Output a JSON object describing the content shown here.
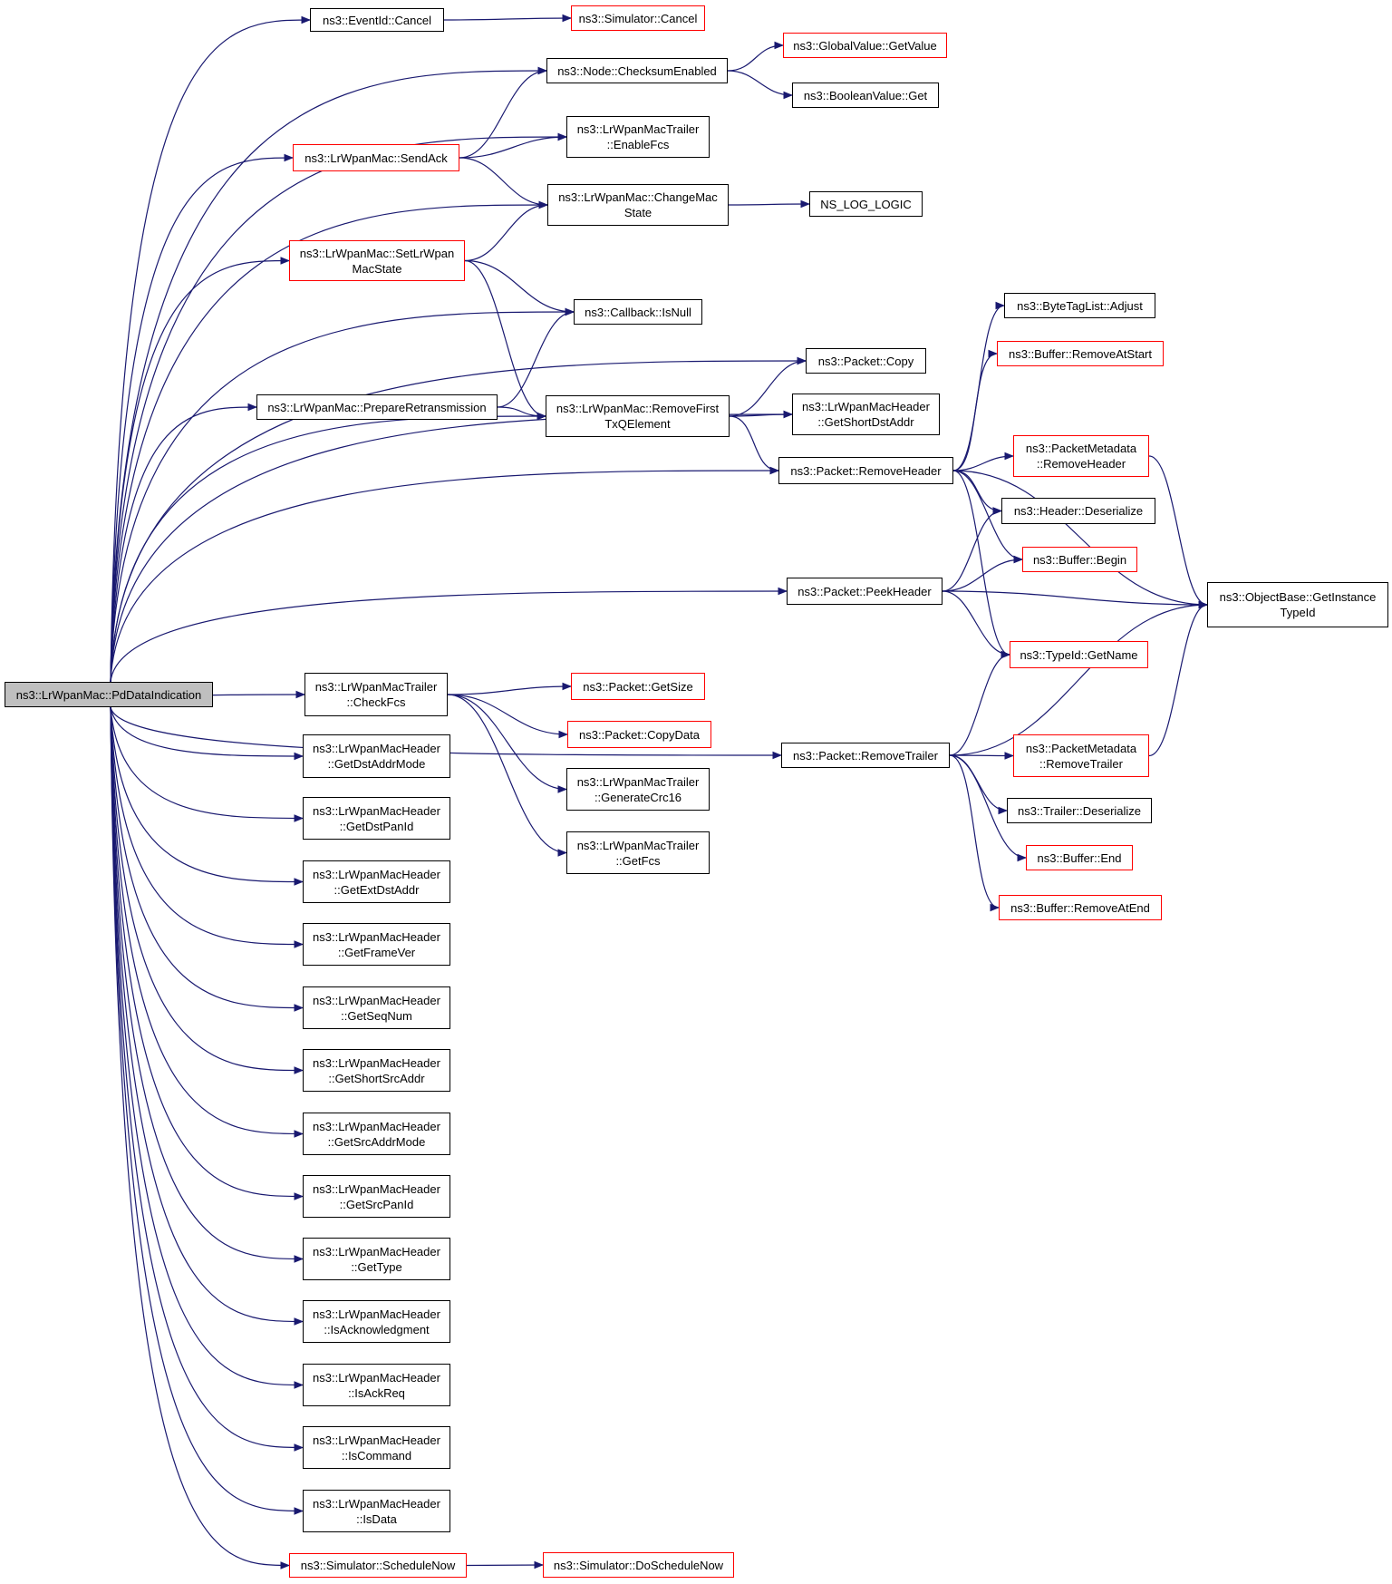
{
  "nodes": [
    {
      "id": "root",
      "label": "ns3::LrWpanMac::PdDataIndication",
      "style": "root"
    },
    {
      "id": "eventid_cancel",
      "label": "ns3::EventId::Cancel",
      "style": "black"
    },
    {
      "id": "simulator_cancel",
      "label": "ns3::Simulator::Cancel",
      "style": "red"
    },
    {
      "id": "node_checksum",
      "label": "ns3::Node::ChecksumEnabled",
      "style": "black"
    },
    {
      "id": "globalvalue_getvalue",
      "label": "ns3::GlobalValue::GetValue",
      "style": "red"
    },
    {
      "id": "booleanvalue_get",
      "label": "ns3::BooleanValue::Get",
      "style": "black"
    },
    {
      "id": "sendack",
      "label": "ns3::LrWpanMac::SendAck",
      "style": "red"
    },
    {
      "id": "trailer_enablefcs",
      "label": "ns3::LrWpanMacTrailer\n::EnableFcs",
      "style": "black"
    },
    {
      "id": "changemacstate",
      "label": "ns3::LrWpanMac::ChangeMac\nState",
      "style": "black"
    },
    {
      "id": "ns_log_logic",
      "label": "NS_LOG_LOGIC",
      "style": "black"
    },
    {
      "id": "setlrwpanmacstate",
      "label": "ns3::LrWpanMac::SetLrWpan\nMacState",
      "style": "red"
    },
    {
      "id": "callback_isnull",
      "label": "ns3::Callback::IsNull",
      "style": "black"
    },
    {
      "id": "bytetaglist_adjust",
      "label": "ns3::ByteTagList::Adjust",
      "style": "black"
    },
    {
      "id": "buffer_removeatstart",
      "label": "ns3::Buffer::RemoveAtStart",
      "style": "red"
    },
    {
      "id": "packet_copy",
      "label": "ns3::Packet::Copy",
      "style": "black"
    },
    {
      "id": "prepareretransmission",
      "label": "ns3::LrWpanMac::PrepareRetransmission",
      "style": "black"
    },
    {
      "id": "removefirsttxq",
      "label": "ns3::LrWpanMac::RemoveFirst\nTxQElement",
      "style": "black"
    },
    {
      "id": "header_getshortdst",
      "label": "ns3::LrWpanMacHeader\n::GetShortDstAddr",
      "style": "black"
    },
    {
      "id": "packetmetadata_removeheader",
      "label": "ns3::PacketMetadata\n::RemoveHeader",
      "style": "red"
    },
    {
      "id": "packet_removeheader",
      "label": "ns3::Packet::RemoveHeader",
      "style": "black"
    },
    {
      "id": "header_deserialize",
      "label": "ns3::Header::Deserialize",
      "style": "black"
    },
    {
      "id": "buffer_begin",
      "label": "ns3::Buffer::Begin",
      "style": "red"
    },
    {
      "id": "packet_peekheader",
      "label": "ns3::Packet::PeekHeader",
      "style": "black"
    },
    {
      "id": "objectbase_getinstance",
      "label": "ns3::ObjectBase::GetInstance\nTypeId",
      "style": "black"
    },
    {
      "id": "typeid_getname",
      "label": "ns3::TypeId::GetName",
      "style": "red"
    },
    {
      "id": "trailer_checkfcs",
      "label": "ns3::LrWpanMacTrailer\n::CheckFcs",
      "style": "black"
    },
    {
      "id": "packet_getsize",
      "label": "ns3::Packet::GetSize",
      "style": "red"
    },
    {
      "id": "packet_copydata",
      "label": "ns3::Packet::CopyData",
      "style": "red"
    },
    {
      "id": "packet_removetrailer",
      "label": "ns3::Packet::RemoveTrailer",
      "style": "black"
    },
    {
      "id": "packetmetadata_removetrailer",
      "label": "ns3::PacketMetadata\n::RemoveTrailer",
      "style": "red"
    },
    {
      "id": "header_getdstaddrmode",
      "label": "ns3::LrWpanMacHeader\n::GetDstAddrMode",
      "style": "black"
    },
    {
      "id": "trailer_generatecrc16",
      "label": "ns3::LrWpanMacTrailer\n::GenerateCrc16",
      "style": "black"
    },
    {
      "id": "trailer_deserialize",
      "label": "ns3::Trailer::Deserialize",
      "style": "black"
    },
    {
      "id": "header_getdstpanid",
      "label": "ns3::LrWpanMacHeader\n::GetDstPanId",
      "style": "black"
    },
    {
      "id": "trailer_getfcs",
      "label": "ns3::LrWpanMacTrailer\n::GetFcs",
      "style": "black"
    },
    {
      "id": "buffer_end",
      "label": "ns3::Buffer::End",
      "style": "red"
    },
    {
      "id": "header_getextdstaddr",
      "label": "ns3::LrWpanMacHeader\n::GetExtDstAddr",
      "style": "black"
    },
    {
      "id": "buffer_removeatend",
      "label": "ns3::Buffer::RemoveAtEnd",
      "style": "red"
    },
    {
      "id": "header_getframever",
      "label": "ns3::LrWpanMacHeader\n::GetFrameVer",
      "style": "black"
    },
    {
      "id": "header_getseqnum",
      "label": "ns3::LrWpanMacHeader\n::GetSeqNum",
      "style": "black"
    },
    {
      "id": "header_getshortsrcaddr",
      "label": "ns3::LrWpanMacHeader\n::GetShortSrcAddr",
      "style": "black"
    },
    {
      "id": "header_getsrcaddrmode",
      "label": "ns3::LrWpanMacHeader\n::GetSrcAddrMode",
      "style": "black"
    },
    {
      "id": "header_getsrcpanid",
      "label": "ns3::LrWpanMacHeader\n::GetSrcPanId",
      "style": "black"
    },
    {
      "id": "header_gettype",
      "label": "ns3::LrWpanMacHeader\n::GetType",
      "style": "black"
    },
    {
      "id": "header_isacknowledgment",
      "label": "ns3::LrWpanMacHeader\n::IsAcknowledgment",
      "style": "black"
    },
    {
      "id": "header_isackreq",
      "label": "ns3::LrWpanMacHeader\n::IsAckReq",
      "style": "black"
    },
    {
      "id": "header_iscommand",
      "label": "ns3::LrWpanMacHeader\n::IsCommand",
      "style": "black"
    },
    {
      "id": "header_isdata",
      "label": "ns3::LrWpanMacHeader\n::IsData",
      "style": "black"
    },
    {
      "id": "simulator_schedulenow",
      "label": "ns3::Simulator::ScheduleNow",
      "style": "red"
    },
    {
      "id": "simulator_doschedulenow",
      "label": "ns3::Simulator::DoScheduleNow",
      "style": "red"
    }
  ],
  "edges": [
    [
      "root",
      "eventid_cancel"
    ],
    [
      "root",
      "node_checksum"
    ],
    [
      "root",
      "trailer_enablefcs"
    ],
    [
      "root",
      "sendack"
    ],
    [
      "root",
      "changemacstate"
    ],
    [
      "root",
      "setlrwpanmacstate"
    ],
    [
      "root",
      "callback_isnull"
    ],
    [
      "root",
      "packet_copy"
    ],
    [
      "root",
      "prepareretransmission"
    ],
    [
      "root",
      "removefirsttxq"
    ],
    [
      "root",
      "header_getshortdst"
    ],
    [
      "root",
      "packet_removeheader"
    ],
    [
      "root",
      "packet_peekheader"
    ],
    [
      "root",
      "packet_removetrailer"
    ],
    [
      "root",
      "trailer_checkfcs"
    ],
    [
      "root",
      "header_getdstaddrmode"
    ],
    [
      "root",
      "header_getdstpanid"
    ],
    [
      "root",
      "header_getextdstaddr"
    ],
    [
      "root",
      "header_getframever"
    ],
    [
      "root",
      "header_getseqnum"
    ],
    [
      "root",
      "header_getshortsrcaddr"
    ],
    [
      "root",
      "header_getsrcaddrmode"
    ],
    [
      "root",
      "header_getsrcpanid"
    ],
    [
      "root",
      "header_gettype"
    ],
    [
      "root",
      "header_isacknowledgment"
    ],
    [
      "root",
      "header_isackreq"
    ],
    [
      "root",
      "header_iscommand"
    ],
    [
      "root",
      "header_isdata"
    ],
    [
      "root",
      "simulator_schedulenow"
    ],
    [
      "eventid_cancel",
      "simulator_cancel"
    ],
    [
      "node_checksum",
      "globalvalue_getvalue"
    ],
    [
      "node_checksum",
      "booleanvalue_get"
    ],
    [
      "sendack",
      "node_checksum"
    ],
    [
      "sendack",
      "trailer_enablefcs"
    ],
    [
      "sendack",
      "changemacstate"
    ],
    [
      "changemacstate",
      "ns_log_logic"
    ],
    [
      "setlrwpanmacstate",
      "changemacstate"
    ],
    [
      "setlrwpanmacstate",
      "callback_isnull"
    ],
    [
      "setlrwpanmacstate",
      "removefirsttxq"
    ],
    [
      "prepareretransmission",
      "callback_isnull"
    ],
    [
      "prepareretransmission",
      "removefirsttxq"
    ],
    [
      "removefirsttxq",
      "packet_copy"
    ],
    [
      "removefirsttxq",
      "header_getshortdst"
    ],
    [
      "removefirsttxq",
      "packet_removeheader"
    ],
    [
      "packet_removeheader",
      "bytetaglist_adjust"
    ],
    [
      "packet_removeheader",
      "buffer_removeatstart"
    ],
    [
      "packet_removeheader",
      "objectbase_getinstance"
    ],
    [
      "packet_removeheader",
      "packetmetadata_removeheader"
    ],
    [
      "packet_removeheader",
      "header_deserialize"
    ],
    [
      "packet_removeheader",
      "buffer_begin"
    ],
    [
      "packet_removeheader",
      "typeid_getname"
    ],
    [
      "packetmetadata_removeheader",
      "objectbase_getinstance"
    ],
    [
      "packet_peekheader",
      "header_deserialize"
    ],
    [
      "packet_peekheader",
      "buffer_begin"
    ],
    [
      "packet_peekheader",
      "objectbase_getinstance"
    ],
    [
      "packet_peekheader",
      "typeid_getname"
    ],
    [
      "trailer_checkfcs",
      "packet_getsize"
    ],
    [
      "trailer_checkfcs",
      "packet_copydata"
    ],
    [
      "trailer_checkfcs",
      "trailer_generatecrc16"
    ],
    [
      "trailer_checkfcs",
      "trailer_getfcs"
    ],
    [
      "packet_removetrailer",
      "typeid_getname"
    ],
    [
      "packet_removetrailer",
      "objectbase_getinstance"
    ],
    [
      "packet_removetrailer",
      "packetmetadata_removetrailer"
    ],
    [
      "packet_removetrailer",
      "trailer_deserialize"
    ],
    [
      "packet_removetrailer",
      "buffer_end"
    ],
    [
      "packet_removetrailer",
      "buffer_removeatend"
    ],
    [
      "packetmetadata_removetrailer",
      "objectbase_getinstance"
    ],
    [
      "simulator_schedulenow",
      "simulator_doschedulenow"
    ]
  ]
}
